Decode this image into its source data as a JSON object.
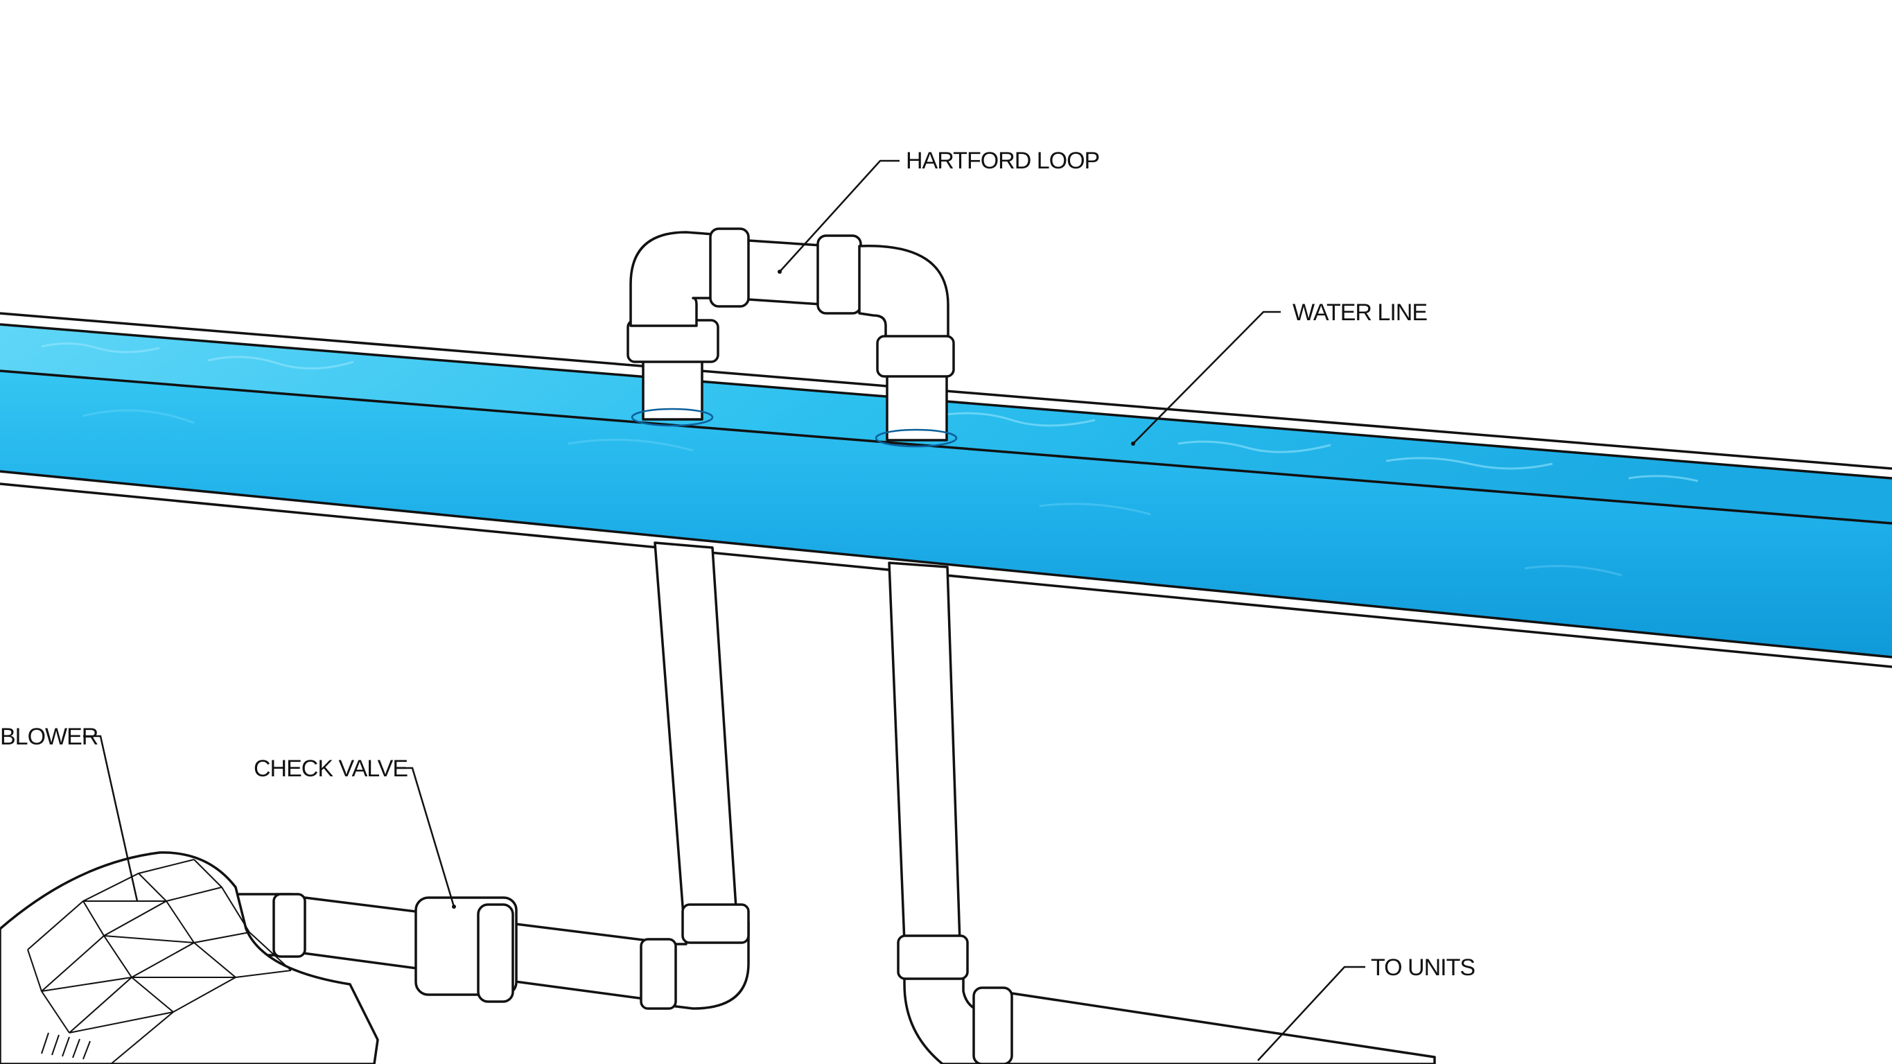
{
  "labels": {
    "hartford_loop": "HARTFORD LOOP",
    "water_line": "WATER LINE",
    "blower": "BLOWER",
    "check_valve": "CHECK VALVE",
    "to_units": "TO UNITS"
  },
  "colors": {
    "water_light": "#5fd6f7",
    "water_mid": "#1fb4ea",
    "water_deep": "#0a8fd0",
    "outline": "#111111",
    "background": "#ffffff"
  }
}
